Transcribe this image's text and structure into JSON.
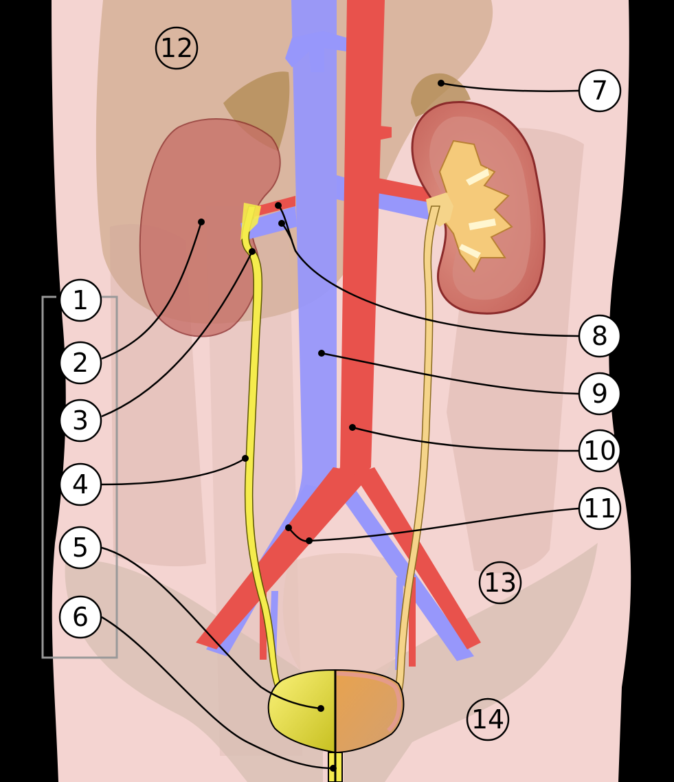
{
  "labels": {
    "l1": "1",
    "l2": "2",
    "l3": "3",
    "l4": "4",
    "l5": "5",
    "l6": "6",
    "l7": "7",
    "l8": "8",
    "l9": "9",
    "l10": "10",
    "l11": "11",
    "l12": "12",
    "l13": "13",
    "l14": "14"
  },
  "colors": {
    "background": "#000000",
    "skin": "#f4d4d1",
    "liver": "#c8a27e",
    "bone": "#dcc0b0",
    "vein": "#9797fb",
    "artery": "#e8524c",
    "ureter": "#f5ec4d",
    "kidney": "#c8706e",
    "bladder_urine": "#f5ec4d",
    "bladder_inner": "#e0a860"
  }
}
